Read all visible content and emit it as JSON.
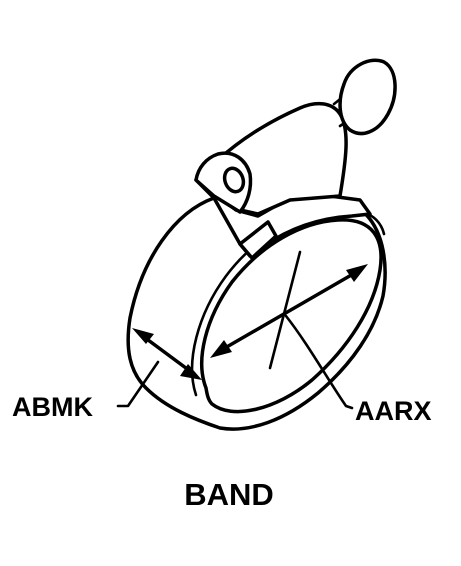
{
  "labels": {
    "thickness_callout": "ABMK",
    "diameter_callout": "AARX",
    "caption": "BAND"
  },
  "icons": {
    "band_clamp": "band-clamp-icon",
    "screw_knob": "screw-knob-icon"
  },
  "colors": {
    "line": "#000000",
    "background": "#ffffff"
  }
}
